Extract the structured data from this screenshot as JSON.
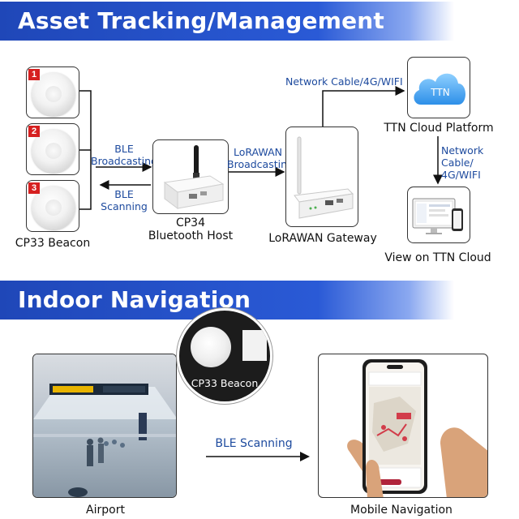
{
  "sections": {
    "asset_title": "Asset Tracking/Management",
    "nav_title": "Indoor Navigation"
  },
  "beacons": {
    "badges": [
      "1",
      "2",
      "3"
    ],
    "label": "CP33 Beacon"
  },
  "links": {
    "ble_broadcasting": "BLE\nBroadcasting",
    "ble_scanning": "BLE\nScanning",
    "lorawan_broadcasting": "LoRAWAN\nBroadcasting",
    "network": "Network Cable/4G/WIFI",
    "network2": "Network Cable/\n4G/WIFI"
  },
  "devices": {
    "host": "CP34\nBluetooth Host",
    "gateway": "LoRAWAN Gateway",
    "cloud_badge": "TTN",
    "cloud": "TTN Cloud Platform",
    "view": "View on TTN Cloud"
  },
  "navigation": {
    "airport": "Airport",
    "callout": "CP33 Beacon",
    "ble_scan": "BLE Scanning",
    "mobile": "Mobile Navigation"
  },
  "colors": {
    "banner": "#1f47b8",
    "link_text": "#1d4a9e",
    "badge": "#d62020"
  }
}
